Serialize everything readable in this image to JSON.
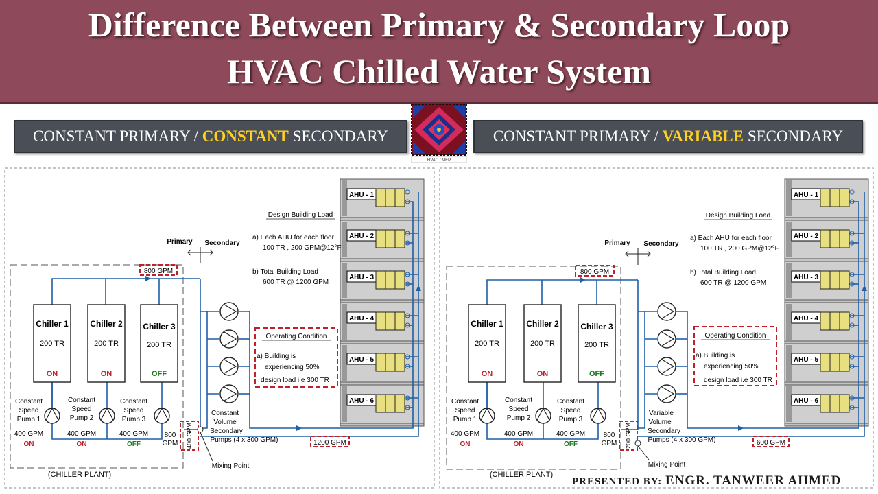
{
  "header": {
    "title_line_1": "Difference Between Primary & Secondary Loop",
    "title_line_2": "HVAC Chilled Water System"
  },
  "logo": {
    "caption": "HVAC / MEP",
    "icon": "ornament-logo-icon"
  },
  "left": {
    "heading_a": "CONSTANT PRIMARY / ",
    "heading_b": "CONSTANT",
    "heading_c": " SECONDARY",
    "chillers": [
      {
        "name": "Chiller 1",
        "cap": "200 TR",
        "status": "ON"
      },
      {
        "name": "Chiller 2",
        "cap": "200 TR",
        "status": "ON"
      },
      {
        "name": "Chiller 3",
        "cap": "200 TR",
        "status": "OFF"
      }
    ],
    "pumps": [
      {
        "l1": "Constant",
        "l2": "Speed",
        "l3": "Pump 1",
        "flow": "400 GPM",
        "status": "ON"
      },
      {
        "l1": "Constant",
        "l2": "Speed",
        "l3": "Pump 2",
        "flow": "400 GPM",
        "status": "ON"
      },
      {
        "l1": "Constant",
        "l2": "Speed",
        "l3": "Pump 3",
        "flow": "400 GPM",
        "status": "OFF"
      }
    ],
    "sec_pump_label": [
      "Constant",
      "Volume",
      "Secondary",
      "Pumps (4 x 300 GPM)"
    ],
    "flow_top": "800 GPM",
    "flow_bottom": "1200 GPM",
    "flow_bypass": "400 GPM",
    "flow_return": "800",
    "flow_return_unit": "GPM",
    "primary": "Primary",
    "secondary": "Secondary",
    "mixing": "Mixing Point",
    "plant": "(CHILLER PLANT)",
    "design_title": "Design Building Load",
    "design_a1": "a)  Each AHU for each floor",
    "design_a2": "100 TR , 200 GPM@12°F",
    "design_b1": "b)  Total Building Load",
    "design_b2": "600 TR @ 1200 GPM",
    "op_title": "Operating Condition",
    "op_1": "a) Building is",
    "op_2": "experiencing 50%",
    "op_3": "design load i.e 300 TR",
    "ahus": [
      "AHU - 1",
      "AHU - 2",
      "AHU - 3",
      "AHU - 4",
      "AHU - 5",
      "AHU - 6"
    ]
  },
  "right": {
    "heading_a": "CONSTANT PRIMARY / ",
    "heading_b": "VARIABLE",
    "heading_c": " SECONDARY",
    "chillers": [
      {
        "name": "Chiller 1",
        "cap": "200 TR",
        "status": "ON"
      },
      {
        "name": "Chiller 2",
        "cap": "200 TR",
        "status": "ON"
      },
      {
        "name": "Chiller 3",
        "cap": "200 TR",
        "status": "OFF"
      }
    ],
    "pumps": [
      {
        "l1": "Constant",
        "l2": "Speed",
        "l3": "Pump 1",
        "flow": "400 GPM",
        "status": "ON"
      },
      {
        "l1": "Constant",
        "l2": "Speed",
        "l3": "Pump 2",
        "flow": "400 GPM",
        "status": "ON"
      },
      {
        "l1": "Constant",
        "l2": "Speed",
        "l3": "Pump 3",
        "flow": "400 GPM",
        "status": "OFF"
      }
    ],
    "sec_pump_label": [
      "Variable",
      "Volume",
      "Secondary",
      "Pumps (4 x 300 GPM)"
    ],
    "flow_top": "800 GPM",
    "flow_bottom": "600 GPM",
    "flow_bypass": "200 GPM",
    "flow_return": "800",
    "flow_return_unit": "GPM",
    "primary": "Primary",
    "secondary": "Secondary",
    "mixing": "Mixing Point",
    "plant": "(CHILLER PLANT)",
    "design_title": "Design Building Load",
    "design_a1": "a)  Each AHU for each floor",
    "design_a2": "100 TR , 200 GPM@12°F",
    "design_b1": "b)  Total Building Load",
    "design_b2": "600 TR @ 1200 GPM",
    "op_title": "Operating Condition",
    "op_1": "a) Building is",
    "op_2": "experiencing 50%",
    "op_3": "design load i.e 300 TR",
    "ahus": [
      "AHU - 1",
      "AHU - 2",
      "AHU - 3",
      "AHU - 4",
      "AHU - 5",
      "AHU - 6"
    ]
  },
  "footer": {
    "presented_label": "PRESENTED BY: ",
    "presenter": "ENGR. TANWEER AHMED"
  },
  "colors": {
    "banner": "#8e4a5a",
    "subhead": "#4a4e57",
    "highlight": "#ffd21f",
    "pipe": "#1f5fa8",
    "callout": "#c0202a",
    "on": "#c0202a",
    "off": "#1a7a1a"
  }
}
